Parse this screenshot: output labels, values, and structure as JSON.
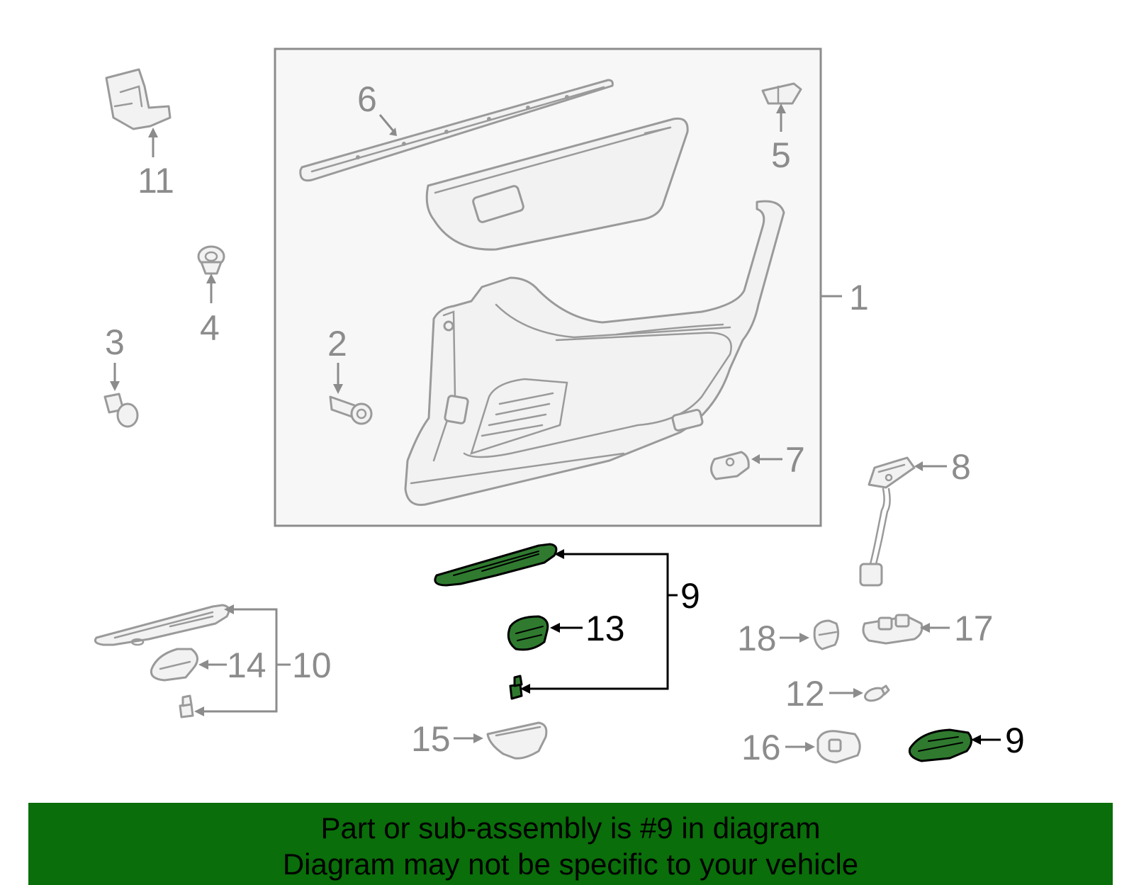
{
  "diagram": {
    "highlight_color": "#2f7a2f",
    "callouts": {
      "c1": "1",
      "c2": "2",
      "c3": "3",
      "c4": "4",
      "c5": "5",
      "c6": "6",
      "c7": "7",
      "c8": "8",
      "c9_group": "9",
      "c9_single": "9",
      "c10": "10",
      "c11": "11",
      "c12": "12",
      "c13": "13",
      "c14": "14",
      "c15": "15",
      "c16": "16",
      "c17": "17",
      "c18": "18"
    }
  },
  "footer": {
    "background": "#0a6e0a",
    "line1": "Part or sub-assembly is #9 in diagram",
    "line2": "Diagram may not be specific to your vehicle"
  }
}
